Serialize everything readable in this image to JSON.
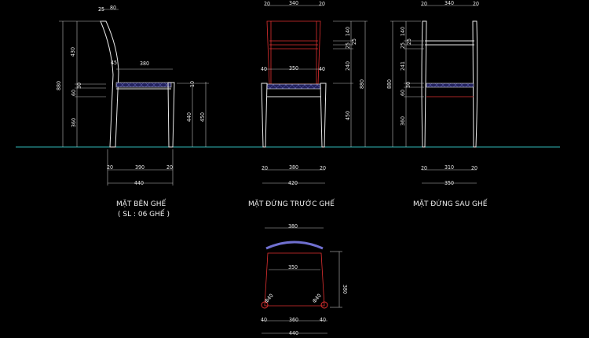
{
  "colors": {
    "background": "#000000",
    "ground_line": "#2fb8b8",
    "outline": "#e8e8e8",
    "accent": "#e03030",
    "seat_fill": "#2a2a6a"
  },
  "side_view": {
    "title": "MẶT BÊN GHẾ",
    "subtitle": "( SL : 06 GHẾ )",
    "dims": {
      "top_a": "25",
      "top_b": "80",
      "total_h": "880",
      "back_h": "430",
      "seat_t": "30",
      "rail": "60",
      "leg_h": "360",
      "angle": "45",
      "seat_depth": "380",
      "front_t": "10",
      "seat_h": "440",
      "total_seat_h": "450",
      "leg_l": "20",
      "base": "390",
      "leg_r": "20",
      "overall_w": "440"
    }
  },
  "front_view": {
    "title": "MẶT ĐỨNG TRƯỚC GHẾ",
    "dims": {
      "top_l": "20",
      "top_w": "340",
      "top_r": "20",
      "mid_l": "40",
      "mid_w": "350",
      "mid_r": "40",
      "back_top": "140",
      "slat_a": "25",
      "slat_b": "25",
      "back_low": "240",
      "seat_h": "450",
      "total_h": "880",
      "leg_l": "20",
      "base": "380",
      "leg_r": "20",
      "overall_w": "420"
    }
  },
  "rear_view": {
    "title": "MẶT ĐỨNG SAU GHẾ",
    "dims": {
      "top_l": "20",
      "top_w": "340",
      "top_r": "20",
      "total_h": "880",
      "back_top": "140",
      "slat_a": "25",
      "slat_b": "25",
      "back_low": "241",
      "seat_t": "30",
      "rail": "60",
      "leg_h": "360",
      "leg_l": "20",
      "base": "310",
      "leg_r": "20",
      "overall_w": "350"
    }
  },
  "plan_view": {
    "dims": {
      "back_w": "380",
      "inner_w": "350",
      "depth": "380",
      "leg_dia_l": "Φ40",
      "leg_dia_r": "Φ40",
      "leg_l": "40",
      "base": "360",
      "leg_r": "40",
      "overall_w": "440"
    }
  }
}
